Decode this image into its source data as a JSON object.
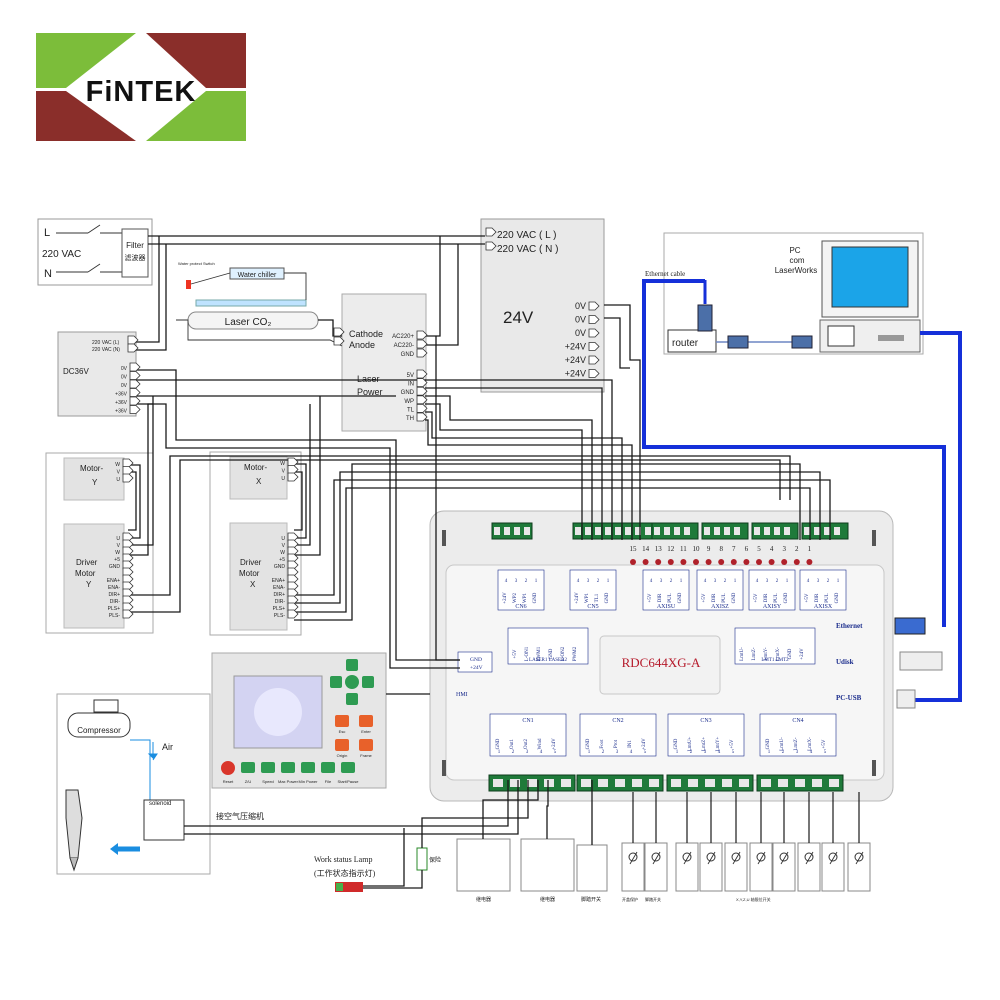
{
  "logo": {
    "text": "FiNTEK",
    "colors": {
      "green": "#7cbd3a",
      "red": "#8a2e2a"
    }
  },
  "mains": {
    "l": "L",
    "n": "N",
    "voltage": "220 VAC",
    "filter": "Filter",
    "filter_cn": "滤波器"
  },
  "psu24": {
    "in_l": "220 VAC ( L )",
    "in_n": "220 VAC ( N )",
    "title": "24V",
    "pins": [
      "0V",
      "0V",
      "0V",
      "+24V",
      "+24V",
      "+24V"
    ]
  },
  "dc36": {
    "title": "DC36V",
    "in_l": "220 VAC (L)",
    "in_n": "220 VAC (N)",
    "pins": [
      "0V",
      "0V",
      "0V",
      "+36V",
      "+36V",
      "+36V"
    ]
  },
  "chiller": {
    "label": "Water chiller",
    "switch": "Water protect Switch"
  },
  "tube": {
    "label": "Laser CO₂"
  },
  "laser_power": {
    "cathode": "Cathode",
    "anode": "Anode",
    "title1": "Laser",
    "title2": "Power",
    "ac_pins": [
      "AC220+",
      "AC220-",
      "GND"
    ],
    "sig_pins": [
      "5V",
      "IN",
      "GND",
      "WP",
      "TL",
      "TH"
    ]
  },
  "motor_y": {
    "motor": "Motor-",
    "axis": "Y",
    "driver1": "Driver",
    "driver2": "Motor",
    "driver_axis": "Y",
    "motor_pins": [
      "W",
      "V",
      "U"
    ],
    "driver_pins": [
      "U",
      "V",
      "W",
      "+5",
      "GND",
      "",
      "ENA+",
      "ENA-",
      "DIR+",
      "DIR-",
      "PLS+",
      "PLS-"
    ]
  },
  "motor_x": {
    "motor": "Motor-",
    "axis": "X",
    "driver1": "Driver",
    "driver2": "Motor",
    "driver_axis": "X",
    "motor_pins": [
      "W",
      "V",
      "U"
    ],
    "driver_pins": [
      "U",
      "V",
      "W",
      "+5",
      "GND",
      "",
      "ENA+",
      "ENA-",
      "DIR+",
      "DIR-",
      "PLS+",
      "PLS-"
    ]
  },
  "pc": {
    "line1": "PC",
    "line2": "com",
    "line3": "LaserWorks",
    "router": "router",
    "cable": "Ethernet cable"
  },
  "controller": {
    "model": "RDC644XG-A",
    "side_labels": {
      "ethernet": "Ethernet",
      "udisk": "Udisk",
      "pcusb": "PC-USB",
      "hmi": "HMI"
    },
    "io_numbers": [
      "15",
      "14",
      "13",
      "12",
      "11",
      "10",
      "9",
      "8",
      "7",
      "6",
      "5",
      "4",
      "3",
      "2",
      "1"
    ],
    "top_groups": [
      {
        "name": "CN6",
        "pins": [
          "+24V",
          "WP2",
          "WP1",
          "GND"
        ]
      },
      {
        "name": "CN5",
        "pins": [
          "+24V",
          "WP1",
          "TL1",
          "GND"
        ]
      },
      {
        "name": "AXISU",
        "pins": [
          "+5V",
          "DIR",
          "PUL",
          "GND"
        ]
      },
      {
        "name": "AXISZ",
        "pins": [
          "+5V",
          "DIR",
          "PUL",
          "GND"
        ]
      },
      {
        "name": "AXISY",
        "pins": [
          "+5V",
          "DIR",
          "PUL",
          "GND"
        ]
      },
      {
        "name": "AXISX",
        "pins": [
          "+5V",
          "DIR",
          "PUL",
          "GND"
        ]
      }
    ],
    "mid_left": {
      "name": "LASER1 LASER2",
      "pins": [
        "+5V",
        "L-ON1",
        "PWM1",
        "GND",
        "L-ON2",
        "PWM2"
      ]
    },
    "mid_right": {
      "name": "LMT1 LMT2",
      "pins": [
        "LmtU-",
        "LmtZ-",
        "LmtY-",
        "LmtX-",
        "GND",
        "+24V"
      ]
    },
    "hmi_pins": [
      "GND",
      "+24V"
    ],
    "bottom_groups": [
      {
        "name": "CN1",
        "pins": [
          "GND",
          "Out1",
          "Out2",
          "Wind",
          "+24V"
        ]
      },
      {
        "name": "CN2",
        "pins": [
          "GND",
          "Foot",
          "Prot",
          "IN1",
          "+24V"
        ]
      },
      {
        "name": "CN3",
        "pins": [
          "GND",
          "LmtU+",
          "LmtZ+",
          "LmtY+",
          "+5V"
        ]
      },
      {
        "name": "CN4",
        "pins": [
          "GND",
          "LmtU-",
          "LmtZ-",
          "LmtX-",
          "+5V"
        ]
      }
    ]
  },
  "panel": {
    "buttons": [
      "Reset",
      "Z/U",
      "Speed",
      "Max Power",
      "Min Power",
      "File",
      "Start/Pause"
    ],
    "right_buttons": [
      "Esc",
      "Enter",
      "Origin",
      "Frame"
    ],
    "colors": {
      "red": "#d9362b",
      "green": "#2e9b52",
      "orange": "#e8612a",
      "screen": "#c9c9ee"
    }
  },
  "air": {
    "compressor": "Compressor",
    "air": "Air",
    "solenoid": "solenoid",
    "cn_label": "接空气压缩机",
    "lamp": "Work status Lamp",
    "lamp_cn": "(工作状态指示灯)",
    "fuse": "保险"
  },
  "bottom_devices": {
    "relay1": "继电器",
    "relay2": "继电器",
    "foot": "脚踏开关",
    "sw1": "开盖保护",
    "sw2": "脚踏开关",
    "limits": "X,Y,Z,U 轴限位开关"
  }
}
